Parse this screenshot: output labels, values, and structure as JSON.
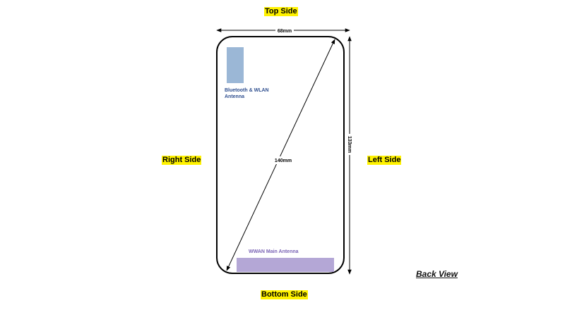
{
  "side_labels": {
    "top": "Top Side",
    "right": "Right Side",
    "left": "Left Side",
    "bottom": "Bottom Side"
  },
  "view_title": "Back View",
  "dimensions": {
    "width": "68mm",
    "height": "133mm",
    "diagonal": "140mm"
  },
  "antennas": {
    "bluetooth_wlan": {
      "line1": "Bluetooth & WLAN",
      "line2": "Antenna",
      "color": "#9bb7d6"
    },
    "wwan_main": {
      "label": "WWAN Main Antenna",
      "color": "#b4a7d6"
    }
  },
  "colors": {
    "label_highlight": "#fff200",
    "bluetooth_text": "#2f4f8f",
    "wwan_text": "#7a63b5",
    "outline": "#000000"
  }
}
